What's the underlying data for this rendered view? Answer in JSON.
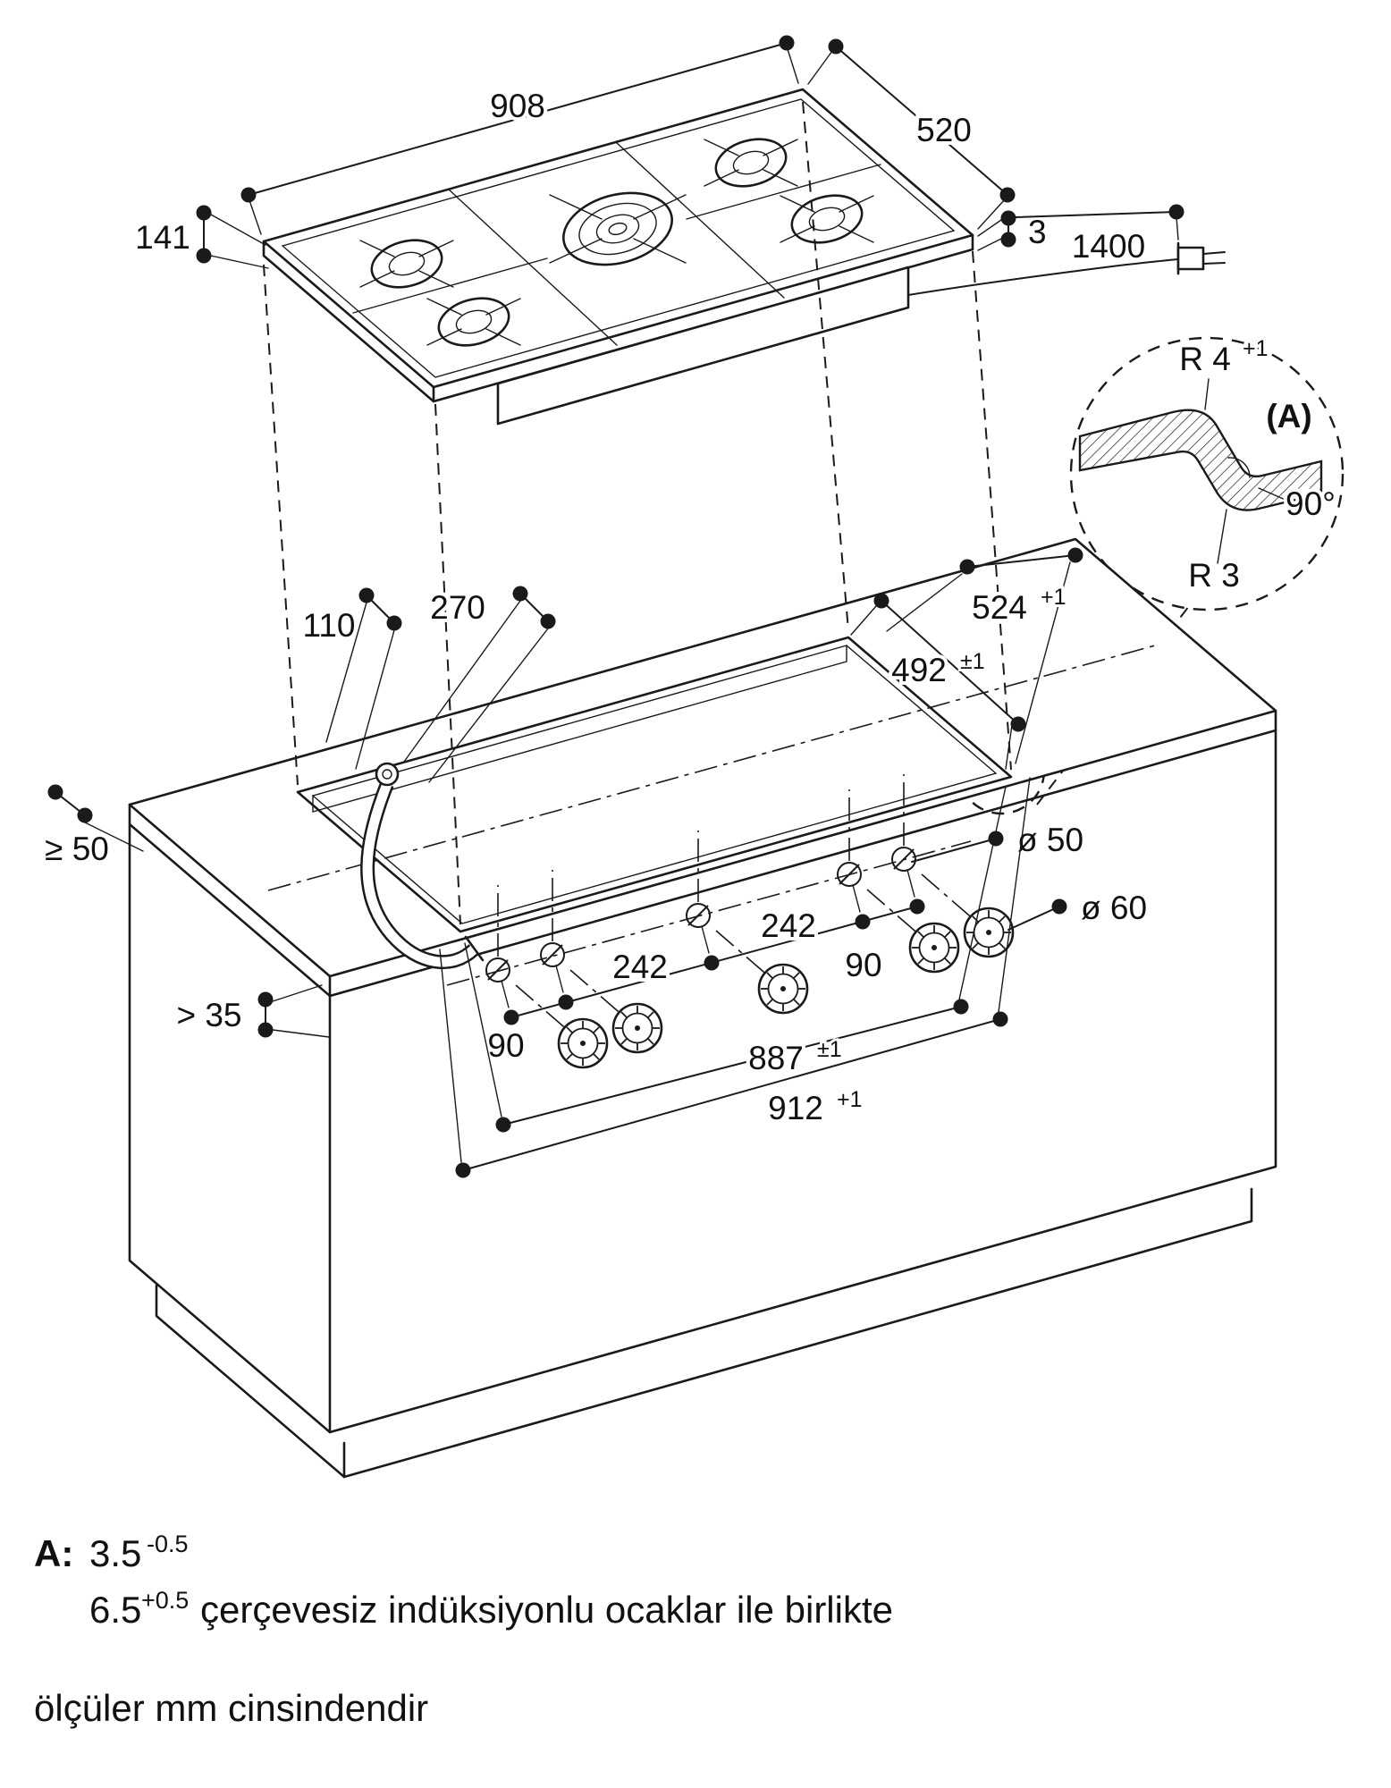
{
  "drawing": {
    "hob": {
      "width": "908",
      "depth": "520",
      "height": "141",
      "plate_thickness": "3",
      "cable_length": "1400"
    },
    "detail": {
      "radius_outer": "R 4",
      "radius_outer_tol": "+1",
      "section_ref": "(A)",
      "angle": "90°",
      "radius_inner": "R 3"
    },
    "worktop": {
      "offset_left": "110",
      "offset_gas": "270",
      "cutout_depth_max": "524",
      "cutout_depth_max_tol": "+1",
      "cutout_depth": "492",
      "cutout_depth_tol": "±1",
      "min_side_clearance": "≥ 50",
      "hole_diameter": "ø 50",
      "knob_diameter": "ø 60",
      "knob_pitch_small_left": "90",
      "knob_pitch_large_left": "242",
      "knob_pitch_large_right": "242",
      "knob_pitch_small_right": "90",
      "cutout_width": "887",
      "cutout_width_tol": "±1",
      "cutout_width_max": "912",
      "cutout_width_max_tol": "+1",
      "min_front_clearance": "> 35"
    },
    "notes": {
      "a_key": "A:",
      "a_value": "3.5",
      "a_tol": "-0.5",
      "b_value": "6.5",
      "b_tol": "+0.5",
      "b_text": "çerçevesiz indüksiyonlu ocaklar ile birlikte",
      "units": "ölçüler mm cinsindendir"
    }
  }
}
